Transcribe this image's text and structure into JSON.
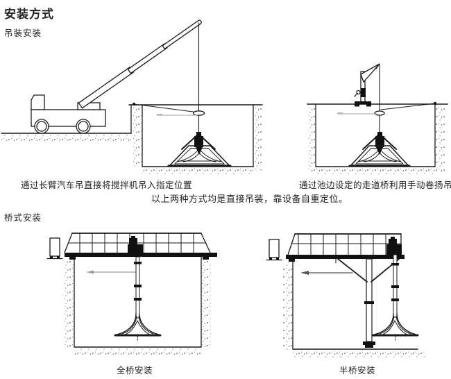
{
  "page": {
    "title": "安装方式"
  },
  "hoisting_section": {
    "heading": "吊装安装",
    "left_figure_caption": "通过长臂汽车吊直接将搅拌机吊入指定位置",
    "right_figure_caption": "通过池边设定的走道桥利用手动卷扬吊装",
    "note": "以上两种方式均是直接吊装，靠设备自重定位。"
  },
  "bridge_section": {
    "heading": "桥式安装",
    "left_figure_caption": "全桥安装",
    "right_figure_caption": "半桥安装"
  },
  "colors": {
    "ink": "#1a1a1a",
    "background": "#ffffff",
    "faint": "#9a9a9a"
  }
}
